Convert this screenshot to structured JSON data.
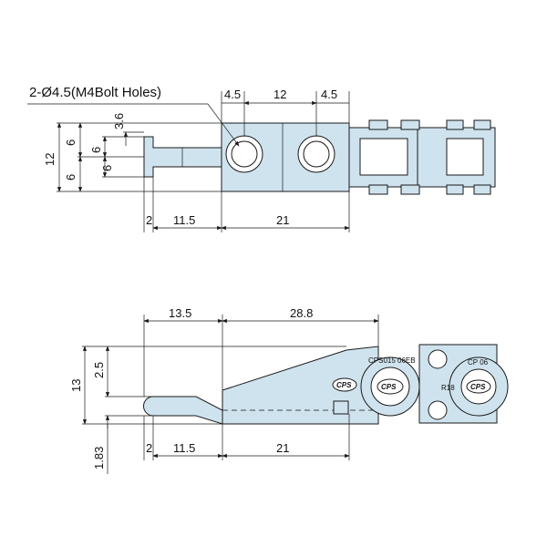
{
  "top_view": {
    "note_label": "2-Ø4.5(M4Bolt Holes)",
    "dims": {
      "edge_left": "4.5",
      "pitch": "12",
      "edge_right": "4.5",
      "height_total": "12",
      "height_upper": "6",
      "height_lower": "6",
      "pin_upper": "6",
      "pin_lower": "6",
      "pin_offset": "3.6",
      "bottom_a": "2",
      "bottom_b": "11.5",
      "bottom_c": "21"
    }
  },
  "side_view": {
    "dims": {
      "top_a": "13.5",
      "top_b": "28.8",
      "height_total": "13",
      "height_upper": "2.5",
      "bottom_offset": "1.83",
      "bottom_a": "2",
      "bottom_b": "11.5",
      "bottom_c": "21"
    },
    "marks": {
      "logo": "CPS",
      "ring_text": "CPS015 06EB",
      "radius_label": "R18",
      "ring_text_2": "CP 06"
    }
  }
}
